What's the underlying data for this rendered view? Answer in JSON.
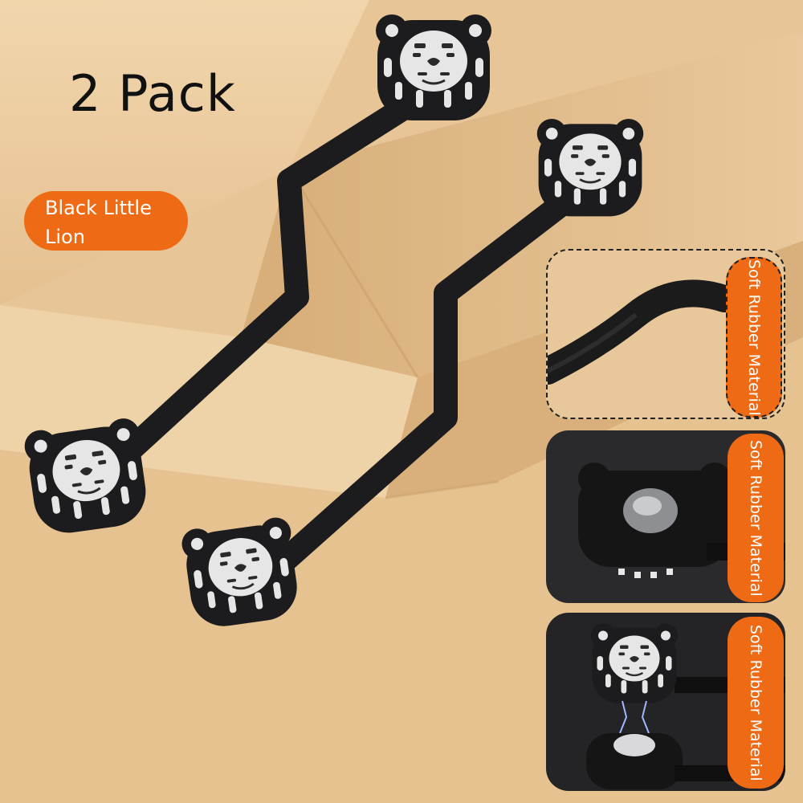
{
  "headline": "2 Pack",
  "badge": {
    "line1": "Black Little",
    "line2": "Lion"
  },
  "callouts": [
    {
      "text": "Soft Rubber Material"
    },
    {
      "text": "Soft Rubber Material"
    },
    {
      "text": "Soft Rubber Material"
    }
  ],
  "colors": {
    "accent": "#ee6a14",
    "background": "#e9c99a",
    "product": "#1c1c1e",
    "lion_face": "#e6e6e6"
  },
  "icons": [
    "lion-face-icon",
    "magnet-icon"
  ]
}
